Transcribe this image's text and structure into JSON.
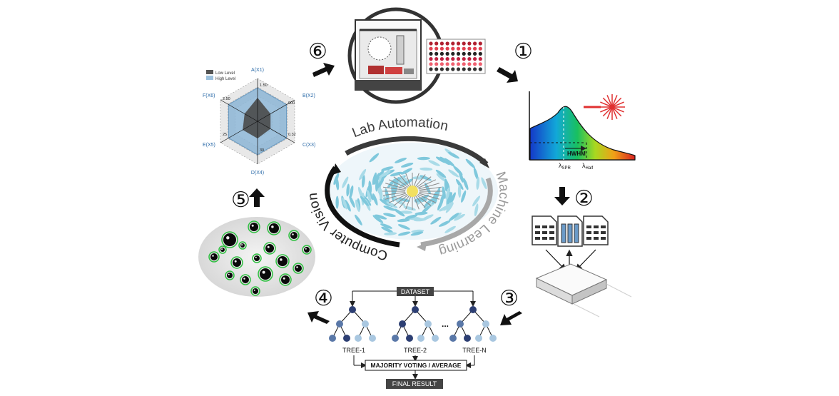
{
  "center": {
    "arc_top": "Lab Automation",
    "arc_right": "Machine Learning",
    "arc_left": "Computer Vision"
  },
  "steps": {
    "s1": "①",
    "s2": "②",
    "s3": "③",
    "s4": "④",
    "s5": "⑤",
    "s6": "⑥"
  },
  "spectrum": {
    "hwhm": "HWHM",
    "lambda": "λ",
    "spr_sub": "SPR",
    "half_sub": "Half"
  },
  "radar": {
    "legend_low": "Low Level",
    "legend_high": "High Level",
    "axes": [
      "A(X1)",
      "B(X2)",
      "C(X3)",
      "D(X4)",
      "E(X5)",
      "F(X6)"
    ],
    "ticks_outer": [
      "1.50",
      "900",
      "0.32",
      "30",
      "25",
      "2.50"
    ]
  },
  "forest": {
    "dataset": "DATASET",
    "ellipsis": "...",
    "tree1": "TREE-1",
    "tree2": "TREE-2",
    "treen": "TREE-N",
    "voting": "MAJORITY VOTING / AVERAGE",
    "final": "FINAL RESULT"
  },
  "colors": {
    "arrow": "#111111",
    "node_dark": "#2d3f73",
    "node_mid": "#5a78a8",
    "node_light": "#a9c7e0",
    "radar_high": "#8fb8d8",
    "radar_low": "#4a4a4a"
  }
}
